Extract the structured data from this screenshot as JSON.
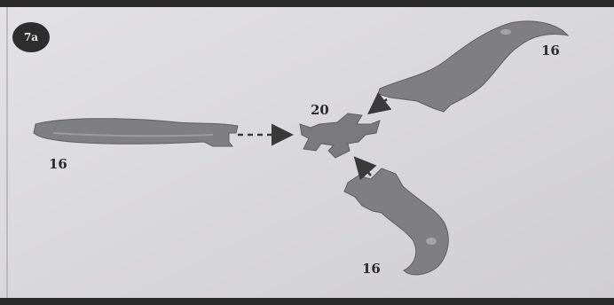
{
  "step": {
    "label": "7a"
  },
  "parts": [
    {
      "id": "left-blade",
      "number": "16"
    },
    {
      "id": "center-hub",
      "number": "20"
    },
    {
      "id": "top-right-blade",
      "number": "16"
    },
    {
      "id": "bottom-blade",
      "number": "16"
    }
  ],
  "colors": {
    "paper": "#d9d8dc",
    "part_fill": "#7e7e80",
    "part_dark": "#5f5f61",
    "arrow": "#3a3a3a",
    "text": "#2b2b2b"
  }
}
